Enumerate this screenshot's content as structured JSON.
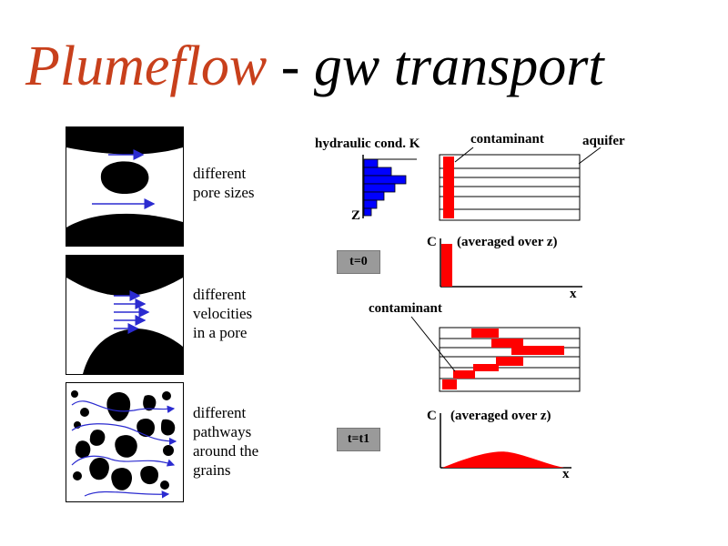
{
  "title": {
    "main": "Plumeflow",
    "sep": " - ",
    "rest": "gw transport"
  },
  "panels": [
    {
      "caption": [
        "different",
        "pore sizes"
      ]
    },
    {
      "caption": [
        "different",
        "velocities",
        "in a pore"
      ]
    },
    {
      "caption": [
        "different",
        "pathways",
        "around the",
        "grains"
      ]
    }
  ],
  "diagram": {
    "hydraulic_label": "hydraulic cond. K",
    "contaminant_label": "contaminant",
    "aquifer_label": "aquifer",
    "z_label": "Z",
    "t0": "t=0",
    "t1": "t=t1",
    "c_label": "C",
    "avg_label": "(averaged over z)",
    "x_label": "x",
    "contaminant_label_2": "contaminant"
  },
  "colors": {
    "title_accent": "#c8401c",
    "contaminant": "#ff0000",
    "conductivity": "#0000ff",
    "arrow": "#2b2bd0",
    "time_box": "#9a9a9a"
  }
}
